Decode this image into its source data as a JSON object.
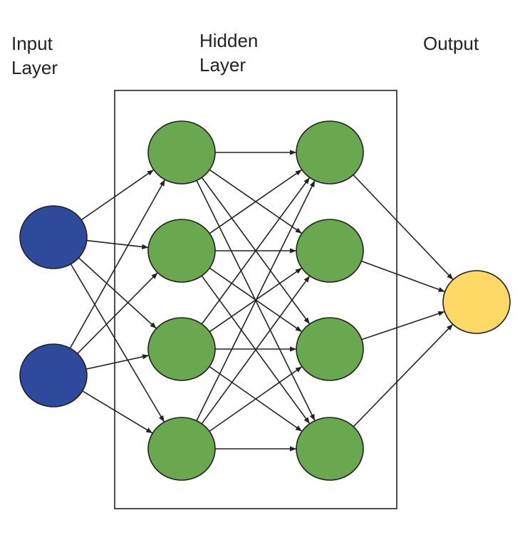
{
  "labels": {
    "input": [
      "Input",
      "Layer"
    ],
    "hidden": [
      "Hidden",
      "Layer"
    ],
    "output": [
      "Output"
    ]
  },
  "layers": [
    {
      "id": "input",
      "count": 2,
      "color": "#2f4a9c"
    },
    {
      "id": "hidden-1",
      "count": 4,
      "color": "#6aa84f"
    },
    {
      "id": "hidden-2",
      "count": 4,
      "color": "#6aa84f"
    },
    {
      "id": "output",
      "count": 1,
      "color": "#ffd966"
    }
  ],
  "connections": "fully-connected"
}
